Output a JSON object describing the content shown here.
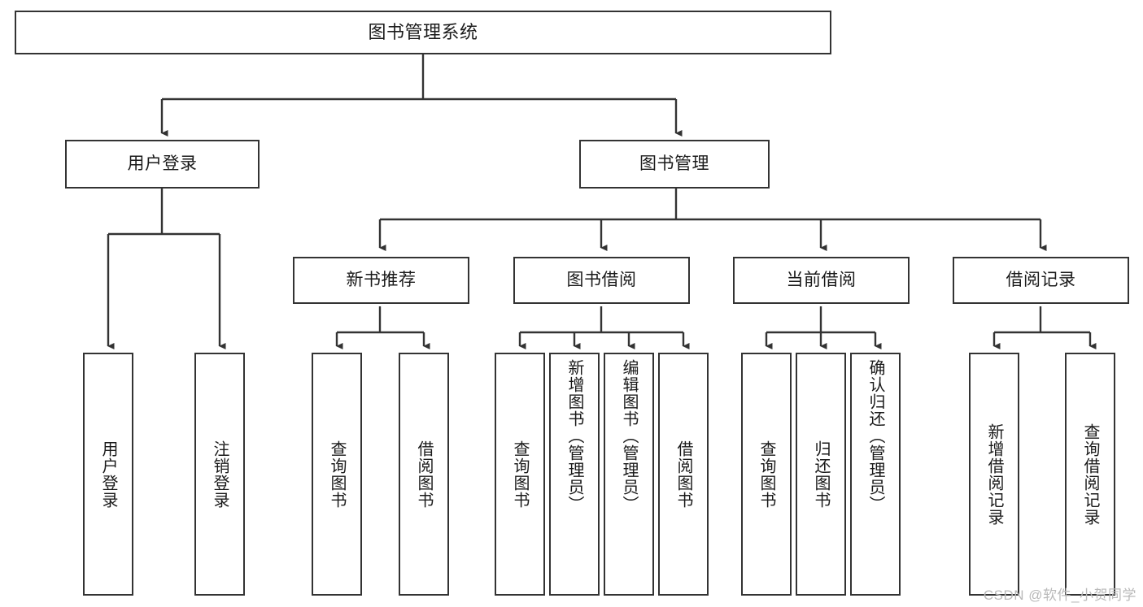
{
  "diagram": {
    "type": "tree-hierarchy-chart",
    "title": "图书管理系统",
    "levels": {
      "root": {
        "id": "root",
        "label": "图书管理系统",
        "orientation": "horizontal"
      },
      "level2": [
        {
          "id": "user-login",
          "label": "用户登录",
          "orientation": "horizontal"
        },
        {
          "id": "book-management",
          "label": "图书管理",
          "orientation": "horizontal"
        }
      ],
      "level3": [
        {
          "id": "new-book-recommend",
          "label": "新书推荐",
          "orientation": "horizontal",
          "parent": "book-management"
        },
        {
          "id": "book-borrow",
          "label": "图书借阅",
          "orientation": "horizontal",
          "parent": "book-management"
        },
        {
          "id": "current-borrow",
          "label": "当前借阅",
          "orientation": "horizontal",
          "parent": "book-management"
        },
        {
          "id": "borrow-record",
          "label": "借阅记录",
          "orientation": "horizontal",
          "parent": "book-management"
        }
      ],
      "leaves": [
        {
          "id": "leaf-user-login",
          "label": "用户登录",
          "orientation": "vertical",
          "parent": "user-login"
        },
        {
          "id": "leaf-logout-login",
          "label": "注销登录",
          "orientation": "vertical",
          "parent": "user-login"
        },
        {
          "id": "leaf-query-book-1",
          "label": "查询图书",
          "orientation": "vertical",
          "parent": "new-book-recommend"
        },
        {
          "id": "leaf-borrow-book-1",
          "label": "借阅图书",
          "orientation": "vertical",
          "parent": "new-book-recommend"
        },
        {
          "id": "leaf-query-book-2",
          "label": "查询图书",
          "orientation": "vertical",
          "parent": "book-borrow"
        },
        {
          "id": "leaf-add-book-admin",
          "label": "新增图书（管理员）",
          "orientation": "vertical",
          "parent": "book-borrow"
        },
        {
          "id": "leaf-edit-book-admin",
          "label": "编辑图书（管理员）",
          "orientation": "vertical",
          "parent": "book-borrow"
        },
        {
          "id": "leaf-borrow-book-2",
          "label": "借阅图书",
          "orientation": "vertical",
          "parent": "book-borrow"
        },
        {
          "id": "leaf-query-book-3",
          "label": "查询图书",
          "orientation": "vertical",
          "parent": "current-borrow"
        },
        {
          "id": "leaf-return-book",
          "label": "归还图书",
          "orientation": "vertical",
          "parent": "current-borrow"
        },
        {
          "id": "leaf-confirm-return-admin",
          "label": "确认归还（管理员）",
          "orientation": "vertical",
          "parent": "current-borrow"
        },
        {
          "id": "leaf-add-borrow-record",
          "label": "新增借阅记录",
          "orientation": "vertical",
          "parent": "borrow-record"
        },
        {
          "id": "leaf-query-borrow-record",
          "label": "查询借阅记录",
          "orientation": "vertical",
          "parent": "borrow-record"
        }
      ]
    },
    "colors": {
      "stroke": "#333333",
      "fill": "#ffffff",
      "text": "#1a1a1a",
      "watermark": "#b9b9b9"
    }
  },
  "watermark": {
    "text": "CSDN @软件_小贺同学"
  }
}
